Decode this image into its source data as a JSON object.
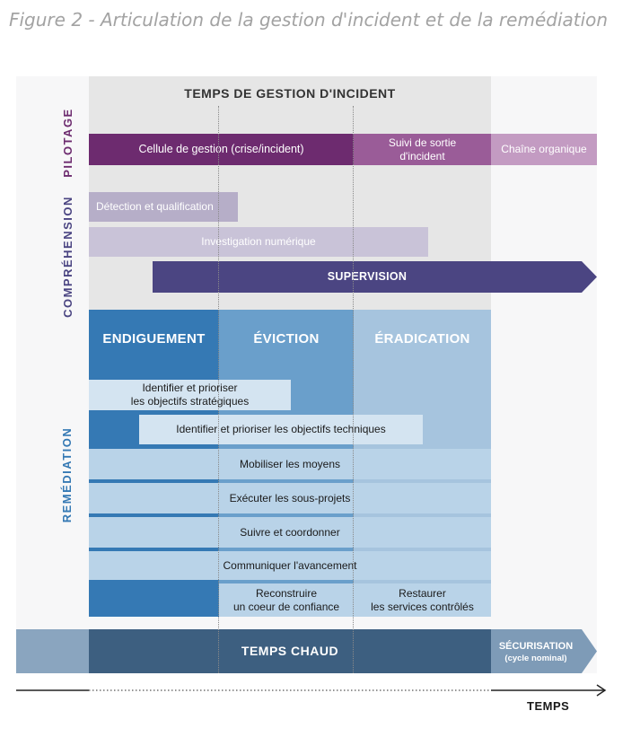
{
  "figure_title": "Figure 2 - Articulation de la gestion d'incident et de la remédiation",
  "header": "TEMPS DE GESTION D'INCIDENT",
  "side_labels": {
    "pilotage": "PILOTAGE",
    "comprehension": "COMPRÉHENSION",
    "remediation": "REMÉDIATION"
  },
  "pilotage": {
    "cellule": "Cellule de gestion (crise/incident)",
    "suivi_line1": "Suivi de sortie",
    "suivi_line2": "d'incident",
    "chaine": "Chaîne organique"
  },
  "comprehension": {
    "detection": "Détection et qualification",
    "investigation": "Investigation numérique",
    "supervision": "SUPERVISION"
  },
  "remediation": {
    "columns": {
      "endiguement": "ENDIGUEMENT",
      "eviction": "ÉVICTION",
      "eradication": "ÉRADICATION"
    },
    "strat_line1": "Identifier et prioriser",
    "strat_line2": "les objectifs stratégiques",
    "techniques": "Identifier et prioriser les objectifs techniques",
    "mobiliser": "Mobiliser les moyens",
    "executer": "Exécuter les sous-projets",
    "suivre": "Suivre et coordonner",
    "communiquer": "Communiquer l'avancement",
    "reconstruire_line1": "Reconstruire",
    "reconstruire_line2": "un coeur de confiance",
    "restaurer_line1": "Restaurer",
    "restaurer_line2": "les services contrôlés"
  },
  "footer": {
    "temps_chaud": "TEMPS CHAUD",
    "securisation": "SÉCURISATION",
    "cycle": "(cycle nominal)",
    "axis": "TEMPS"
  },
  "colors": {
    "pilotage_dark": "#6d2b6f",
    "pilotage_mid": "#9a5c98",
    "pilotage_light": "#c39bc2",
    "lavender": "#b6aec8",
    "supervision": "#4b4582",
    "endiguement": "#3579b4",
    "eviction": "#6a9fcb",
    "eradication": "#a6c4de",
    "remediation_light": "#b9d3e8",
    "temps_chaud": "#3d5f80",
    "securisation": "#7e9bb7"
  }
}
